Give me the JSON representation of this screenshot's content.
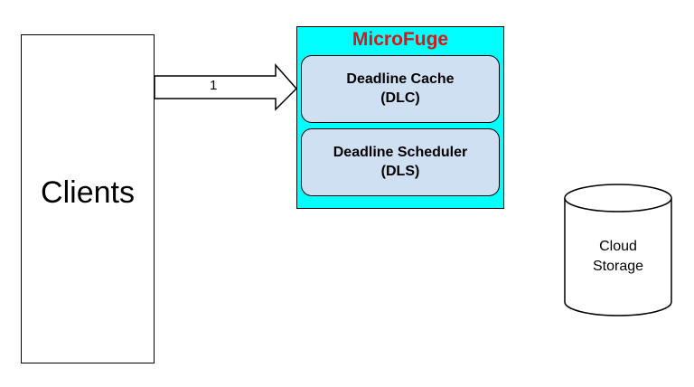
{
  "clients": {
    "label": "Clients"
  },
  "microfuge": {
    "title": "MicroFuge",
    "title_color": "#d11a1a",
    "background_color": "#00ffff",
    "modules": [
      {
        "name": "Deadline Cache",
        "abbr": "(DLC)"
      },
      {
        "name": "Deadline Scheduler",
        "abbr": "(DLS)"
      }
    ],
    "module_color": "#cfe0f3"
  },
  "arrow": {
    "label": "1",
    "from": "Clients",
    "to": "Deadline Cache"
  },
  "cloud_storage": {
    "line1": "Cloud",
    "line2": "Storage",
    "shape": "cylinder"
  }
}
